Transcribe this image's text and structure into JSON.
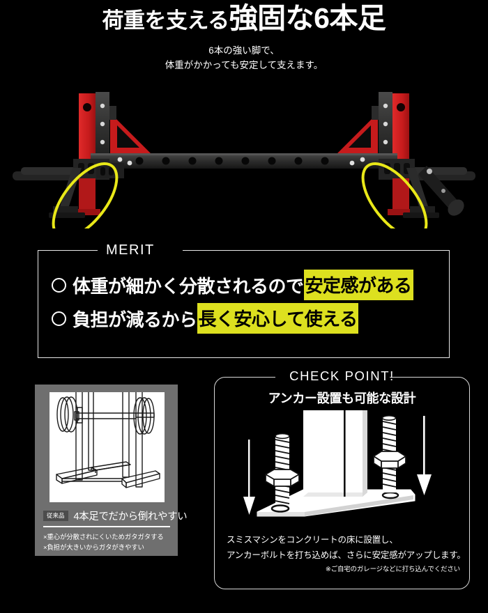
{
  "headline": {
    "part1": "荷重を支える",
    "part2": "強固な6本足"
  },
  "subtitle": {
    "line1": "6本の強い脚で、",
    "line2": "体重がかかっても安定して支えます。"
  },
  "photo": {
    "alt_name": "squat-rack-six-legs-photo",
    "highlight_color": "#e9e818",
    "frame_red": "#cc1f21",
    "frame_black": "#2a2a2a"
  },
  "merit": {
    "label": "MERIT",
    "items": [
      {
        "bullet": "○",
        "plain": "体重が細かく分散されるので",
        "highlight": "安定感がある"
      },
      {
        "bullet": "○",
        "plain": "負担が減るから",
        "highlight": "長く安心して使える"
      }
    ],
    "highlight_color": "#dde01f"
  },
  "old_product": {
    "badge": "従来品",
    "caption": "4本足でだから倒れやすい",
    "notes": [
      "×重心が分散されにくいためガタガタする",
      "×負担が大きいからガタがきやすい"
    ],
    "panel_color": "#6f6f6f"
  },
  "check_point": {
    "title": "CHECK POINT!",
    "subtitle": "アンカー設置も可能な設計",
    "caption_line1": "スミスマシンをコンクリートの床に設置し、",
    "caption_line2": "アンカーボルトを打ち込めば、さらに安定感がアップします。",
    "note": "※ご自宅のガレージなどに打ち込んでください"
  }
}
